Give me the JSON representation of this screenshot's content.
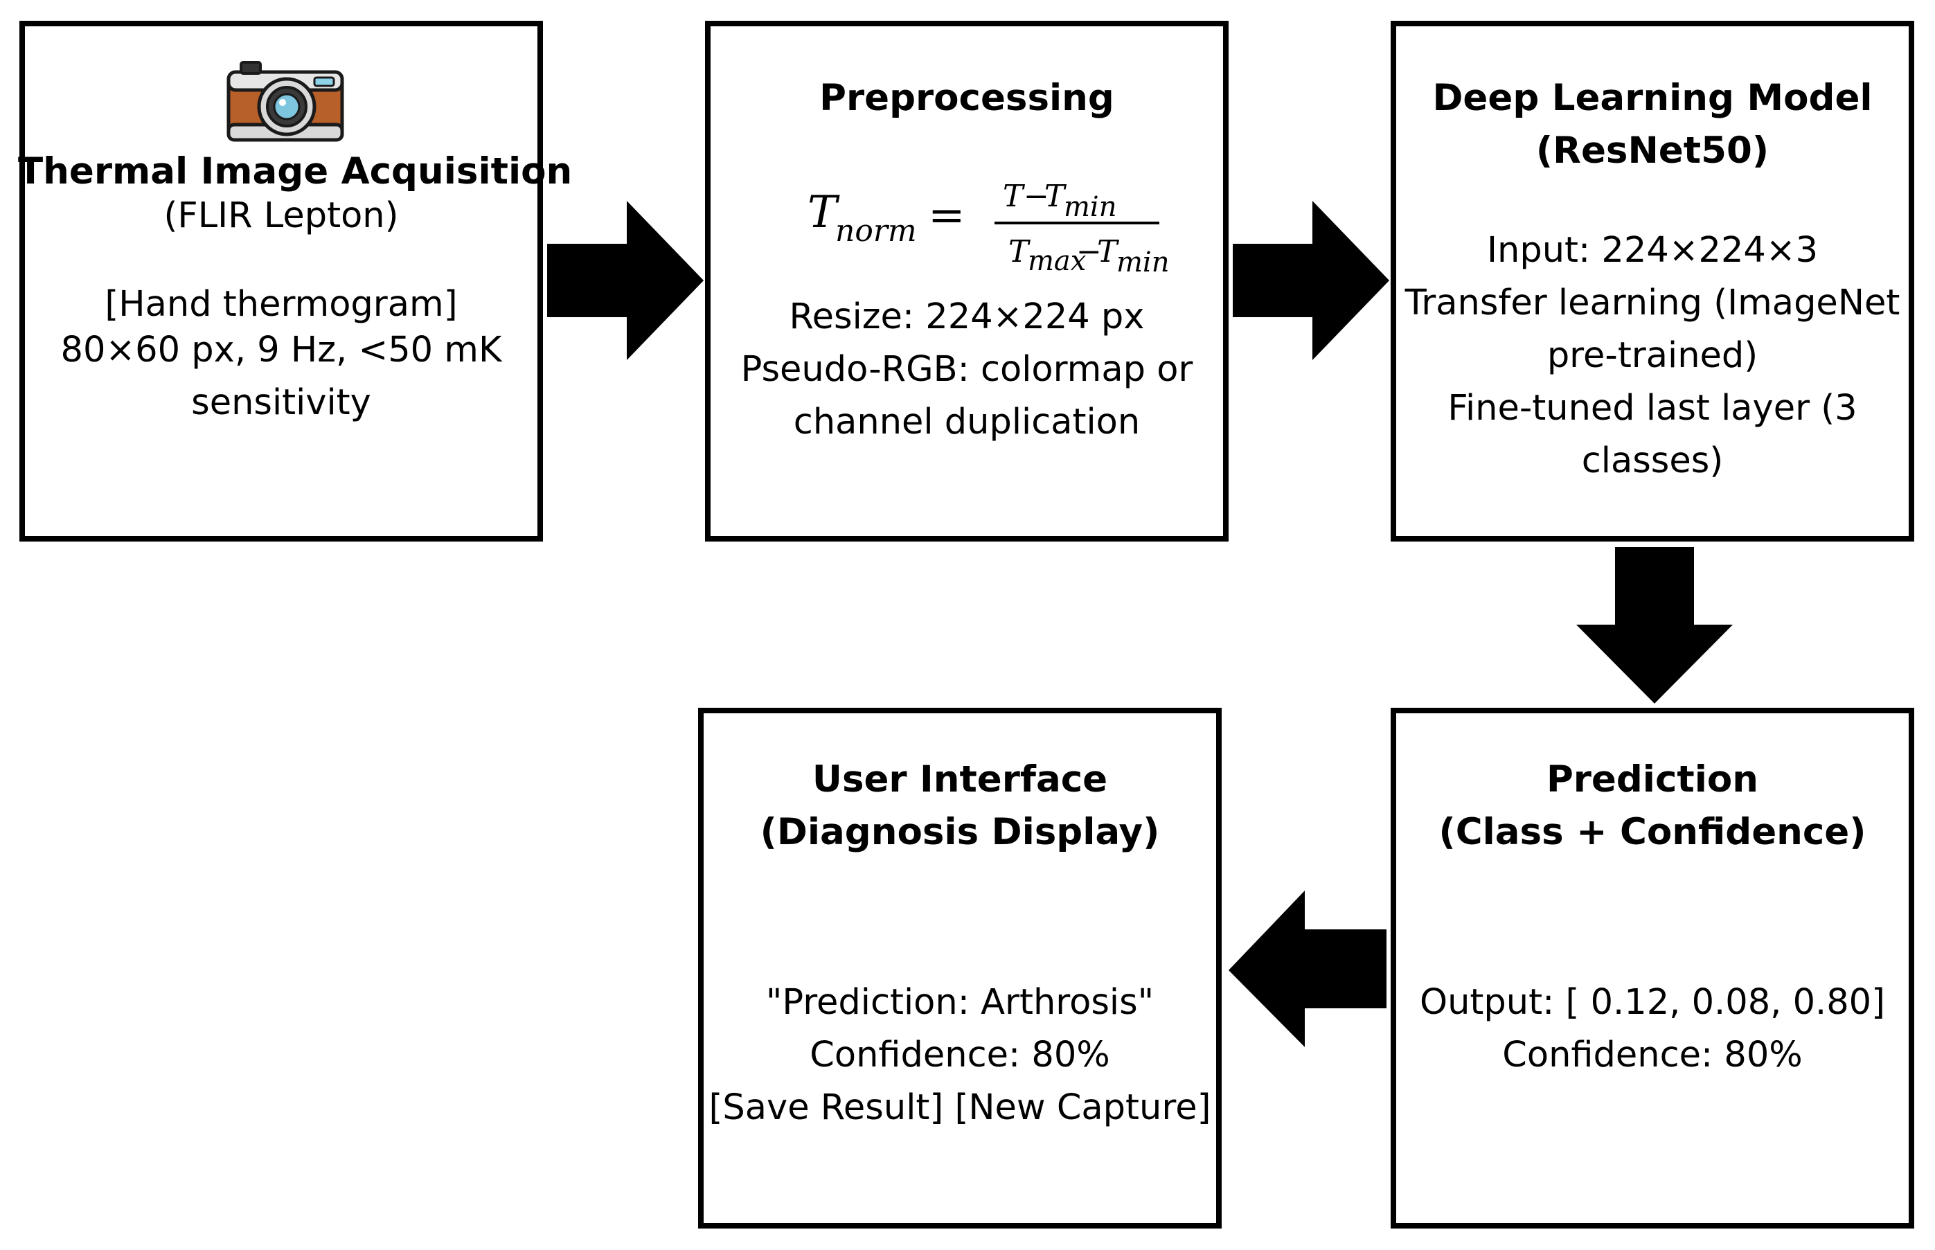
{
  "acquisition": {
    "title": "Thermal Image Acquisition",
    "subtitle": "(FLIR Lepton)",
    "lines": [
      "[Hand thermogram]",
      "80×60 px, 9 Hz, <50 mK",
      "sensitivity"
    ],
    "icon": "camera-icon"
  },
  "preprocessing": {
    "title": "Preprocessing",
    "formula": {
      "lhs_base": "T",
      "lhs_sub": "norm",
      "eq": "=",
      "num_a": "T",
      "minus": "−",
      "num_b": "T",
      "num_b_sub": "min",
      "den_a": "T",
      "den_a_sub": "max",
      "den_b": "T",
      "den_b_sub": "min"
    },
    "lines": [
      "Resize: 224×224 px",
      "Pseudo-RGB: colormap or",
      "channel duplication"
    ]
  },
  "model": {
    "title_1": "Deep Learning Model",
    "title_2": "(ResNet50)",
    "lines": [
      "Input: 224×224×3",
      "Transfer learning (ImageNet",
      "pre-trained)",
      "Fine-tuned last layer (3",
      "classes)"
    ]
  },
  "prediction": {
    "title_1": "Prediction",
    "title_2": "(Class + Confidence)",
    "lines": [
      "Output: [ 0.12, 0.08, 0.80]",
      "Confidence: 80%"
    ]
  },
  "ui": {
    "title_1": "User Interface",
    "title_2": "(Diagnosis Display)",
    "lines": [
      "\"Prediction: Arthrosis\"",
      "Confidence: 80%",
      "[Save Result] [New Capture]"
    ]
  }
}
